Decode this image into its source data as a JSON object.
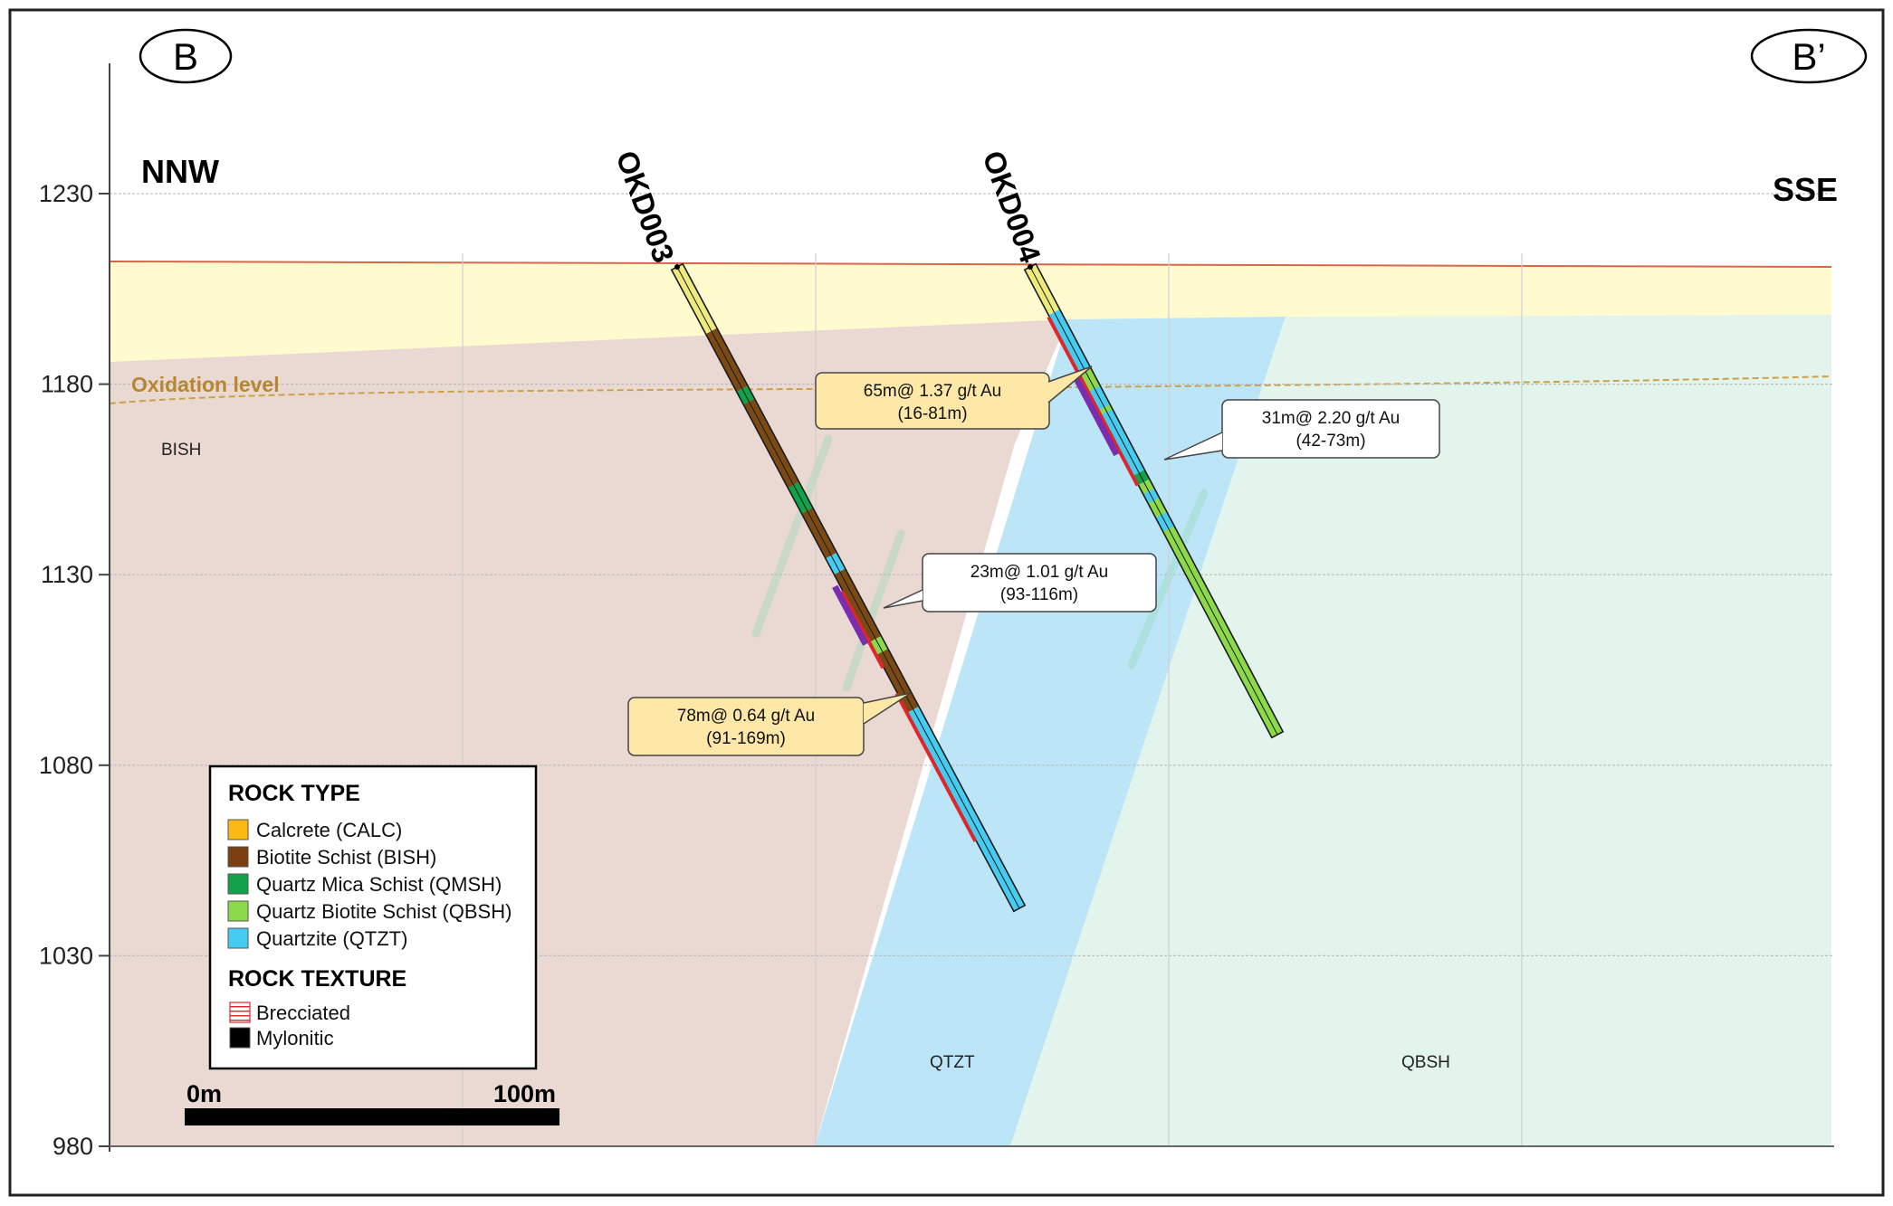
{
  "section": {
    "start_label": "B",
    "end_label": "B’",
    "left_direction": "NNW",
    "right_direction": "SSE"
  },
  "y_axis": {
    "ticks": [
      1230,
      1180,
      1130,
      1080,
      1030,
      980
    ]
  },
  "oxidation_label": "Oxidation level",
  "units": {
    "bish": "BISH",
    "qtzt": "QTZT",
    "qbsh": "QBSH"
  },
  "drillholes": [
    {
      "name": "OKD003"
    },
    {
      "name": "OKD004"
    }
  ],
  "intercepts": [
    {
      "line1": "65m@ 1.37 g/t Au",
      "line2": "(16-81m)",
      "style": "gold"
    },
    {
      "line1": "31m@ 2.20 g/t Au",
      "line2": "(42-73m)",
      "style": "white"
    },
    {
      "line1": "23m@ 1.01 g/t Au",
      "line2": "(93-116m)",
      "style": "white"
    },
    {
      "line1": "78m@ 0.64 g/t Au",
      "line2": "(91-169m)",
      "style": "gold"
    }
  ],
  "legend": {
    "rock_type_title": "ROCK TYPE",
    "rock_types": [
      {
        "label": "Calcrete (CALC)",
        "color": "#FDB913"
      },
      {
        "label": "Biotite Schist (BISH)",
        "color": "#7B3F12"
      },
      {
        "label": "Quartz Mica Schist (QMSH)",
        "color": "#12A24A"
      },
      {
        "label": "Quartz Biotite Schist (QBSH)",
        "color": "#8CD94A"
      },
      {
        "label": "Quartzite (QTZT)",
        "color": "#45CCF0"
      }
    ],
    "rock_texture_title": "ROCK TEXTURE",
    "rock_textures": [
      {
        "label": "Brecciated",
        "icon": "brecciated-swatch-icon",
        "color": "#E0262B"
      },
      {
        "label": "Mylonitic",
        "icon": "mylonitic-swatch-icon",
        "color": "#000000"
      }
    ]
  },
  "scale_bar": {
    "start_label": "0m",
    "end_label": "100m"
  },
  "colors": {
    "surface_line": "#D8664A",
    "calcrete_zone": "#FFFBCF",
    "bish_zone": "#EAD9D3",
    "qtzt_zone": "#BCE6F8",
    "qbsh_zone": "#E3F4EC",
    "oxidation_line": "#C9A24A",
    "mineralisation_bar": "#7A2EAE",
    "gold_callout": "#FEE8A7"
  }
}
